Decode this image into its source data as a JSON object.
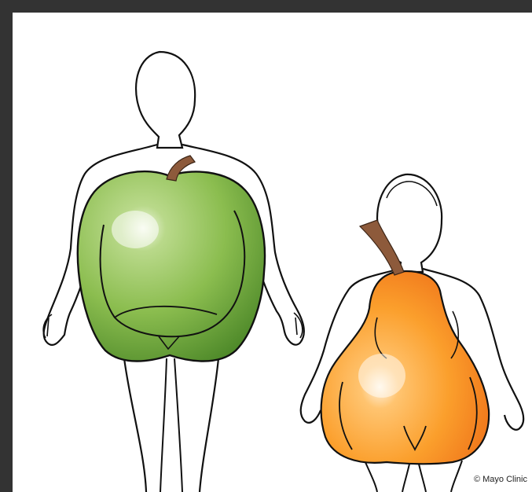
{
  "image": {
    "frame_color": "#333333",
    "background_color": "#ffffff",
    "credit": "© Mayo Clinic"
  },
  "figures": [
    {
      "fruit": "apple",
      "fruit_color": "#7cb342",
      "stem_color": "#8d5a3b"
    },
    {
      "fruit": "pear",
      "fruit_color": "#f7941d",
      "stem_color": "#8d5a3b"
    }
  ]
}
